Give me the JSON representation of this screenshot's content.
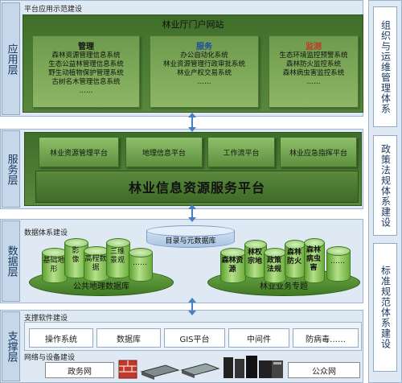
{
  "layers": {
    "application": "应用层",
    "service": "服务层",
    "data": "数据层",
    "support": "支撑层"
  },
  "side": [
    "组织与运维管理体系",
    "政策法规体系建设",
    "标准规范体系建设"
  ],
  "application": {
    "section_title": "平台应用示范建设",
    "portal": "林业厅门户网站",
    "boxes": [
      {
        "title": "管理",
        "lines": [
          "森林资源管理信息系统",
          "生态公益林管理信息系统",
          "野生动植物保护管理系统",
          "古树名木管理信息系统",
          "……"
        ]
      },
      {
        "title": "服务",
        "lines": [
          "办公自动化系统",
          "林业资源管理行政审批系统",
          "林业产权交易系统",
          "……"
        ]
      },
      {
        "title": "监测",
        "lines": [
          "生态环境监控预警系统",
          "森林防火监控系统",
          "森林病虫害监控系统",
          "……"
        ]
      }
    ]
  },
  "service": {
    "items": [
      "林业资源管理平台",
      "地理信息平台",
      "工作流平台",
      "林业应急指挥平台"
    ],
    "platform": "林业信息资源服务平台"
  },
  "data": {
    "section_title": "数据体系建设",
    "catalog": "目录与元数据库",
    "public_geo": {
      "label": "公共地理数据库",
      "cylinders": [
        "基础地形",
        "影像",
        "高程数据",
        "三维景观",
        "……"
      ]
    },
    "forestry": {
      "label": "林业业务专题",
      "cylinders": [
        "森林资源",
        "林权宗地",
        "政策法规",
        "森林防火",
        "森林病虫害",
        "……"
      ]
    }
  },
  "support": {
    "section_title": "支撑软件建设",
    "items": [
      "操作系统",
      "数据库",
      "GIS平台",
      "中间件",
      "防病毒……"
    ]
  },
  "network": {
    "section_title": "网络与设备建设",
    "gov": "政务网",
    "public": "公众网"
  },
  "colors": {
    "layer_band": "#dfe9f3",
    "green": "#5a8a3c",
    "monitor_title": "#c0392b",
    "service_title": "#1f4e9c",
    "arrow": "#4a7fc0"
  }
}
